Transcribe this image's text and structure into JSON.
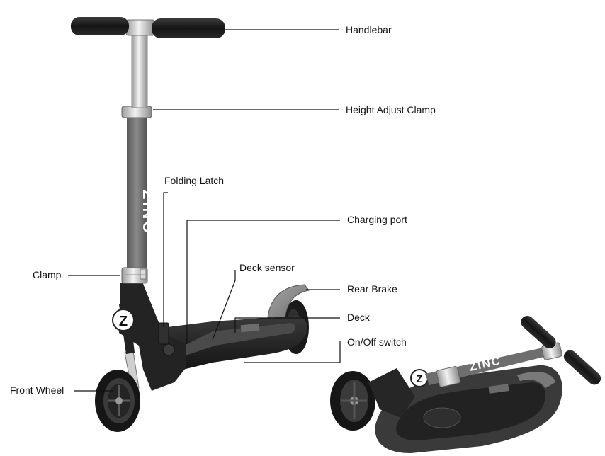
{
  "labels": {
    "handlebar": "Handlebar",
    "height_adjust_clamp": "Height Adjust Clamp",
    "folding_latch": "Folding Latch",
    "charging_port": "Charging port",
    "deck_sensor": "Deck sensor",
    "clamp": "Clamp",
    "rear_brake": "Rear Brake",
    "deck": "Deck",
    "on_off_switch": "On/Off switch",
    "front_wheel": "Front Wheel"
  },
  "branding": {
    "stem_text": "ZINC",
    "badge_letter": "Z",
    "folded_stem_text": "ZINC"
  },
  "colors": {
    "leader_line": "#111111",
    "grip": "#1c1c1c",
    "frame_dark": "#262626",
    "stem_grey": "#6e6e6e",
    "chrome": "#c9c9c9",
    "deck_grip": "#4a4a4a",
    "brake_grey": "#8a8a8a"
  }
}
